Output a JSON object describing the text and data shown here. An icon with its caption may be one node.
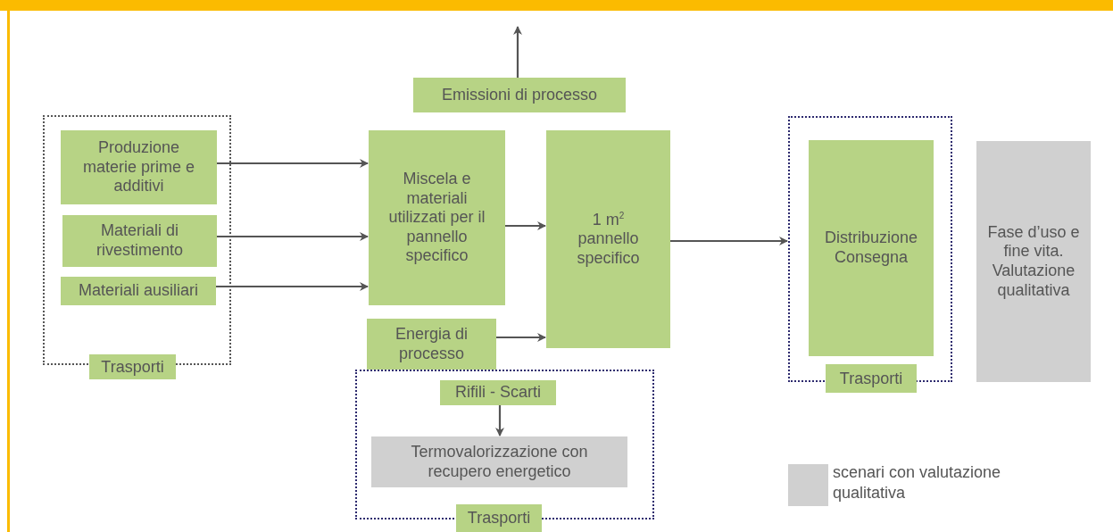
{
  "diagram": {
    "nodes": [
      {
        "text": [
          "Trasporti"
        ]
      },
      {
        "text": [
          "Produzione materie prime e additivi"
        ],
        "in": 0
      },
      {
        "text": [
          "Materiali di rivestimento"
        ],
        "in": 0
      },
      {
        "text": [
          "Materiali ausiliari"
        ],
        "in": 0
      },
      {
        "text": [
          "Emissioni di processo"
        ]
      },
      {
        "text": [
          "Miscela e materiali utilizzati per il pannello specifico"
        ]
      },
      {
        "text": [
          "1 m$^{2}$ pannello specifico"
        ]
      },
      {
        "text": [
          "Energia di processo"
        ]
      },
      {
        "text": [
          "Trasporti"
        ]
      },
      {
        "text": [
          "Rifili - Scarti"
        ],
        "in": 8
      },
      {
        "text": [
          "Termovalorizzazione con recupero energetico"
        ],
        "in": 8
      },
      {
        "text": [
          "Trasporti"
        ]
      },
      {
        "text": [
          "Distribuzione Consegna"
        ],
        "in": 11
      },
      {
        "text": [
          "Fase d’uso e fine vita. Valutazione qualitativa"
        ]
      }
    ],
    "edges": [
      {
        "from": 1,
        "to": 5,
        "arrow": "to"
      },
      {
        "from": 2,
        "to": 5,
        "arrow": "to"
      },
      {
        "from": 3,
        "to": 5,
        "arrow": "to"
      },
      {
        "from": 4,
        "to": null,
        "arrow": "to"
      },
      {
        "from": 5,
        "to": 6,
        "arrow": "to"
      },
      {
        "from": 7,
        "to": 6,
        "arrow": "to"
      },
      {
        "from": 6,
        "to": 11,
        "arrow": "to"
      },
      {
        "from": 9,
        "to": 10,
        "arrow": "to"
      }
    ],
    "legend": [
      {
        "text": "scenari con valutazione qualitativa",
        "color": "#d0d0d0"
      }
    ]
  }
}
